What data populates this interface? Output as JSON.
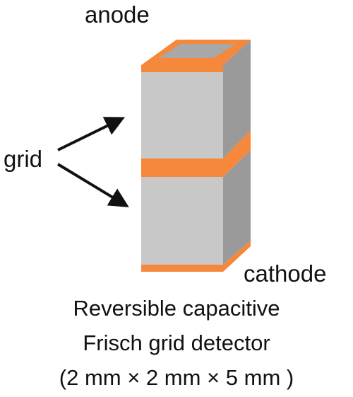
{
  "labels": {
    "anode": "anode",
    "grid": "grid",
    "cathode": "cathode"
  },
  "caption": {
    "line1": "Reversible capacitive",
    "line2": "Frisch grid detector",
    "line3": "(2 mm × 2 mm × 5 mm )"
  },
  "colors": {
    "electrode": "#f5883a",
    "face_front": "#c8c8c8",
    "face_side": "#9a9a9a",
    "face_top": "#a8a8a8",
    "arrow": "#111111"
  }
}
